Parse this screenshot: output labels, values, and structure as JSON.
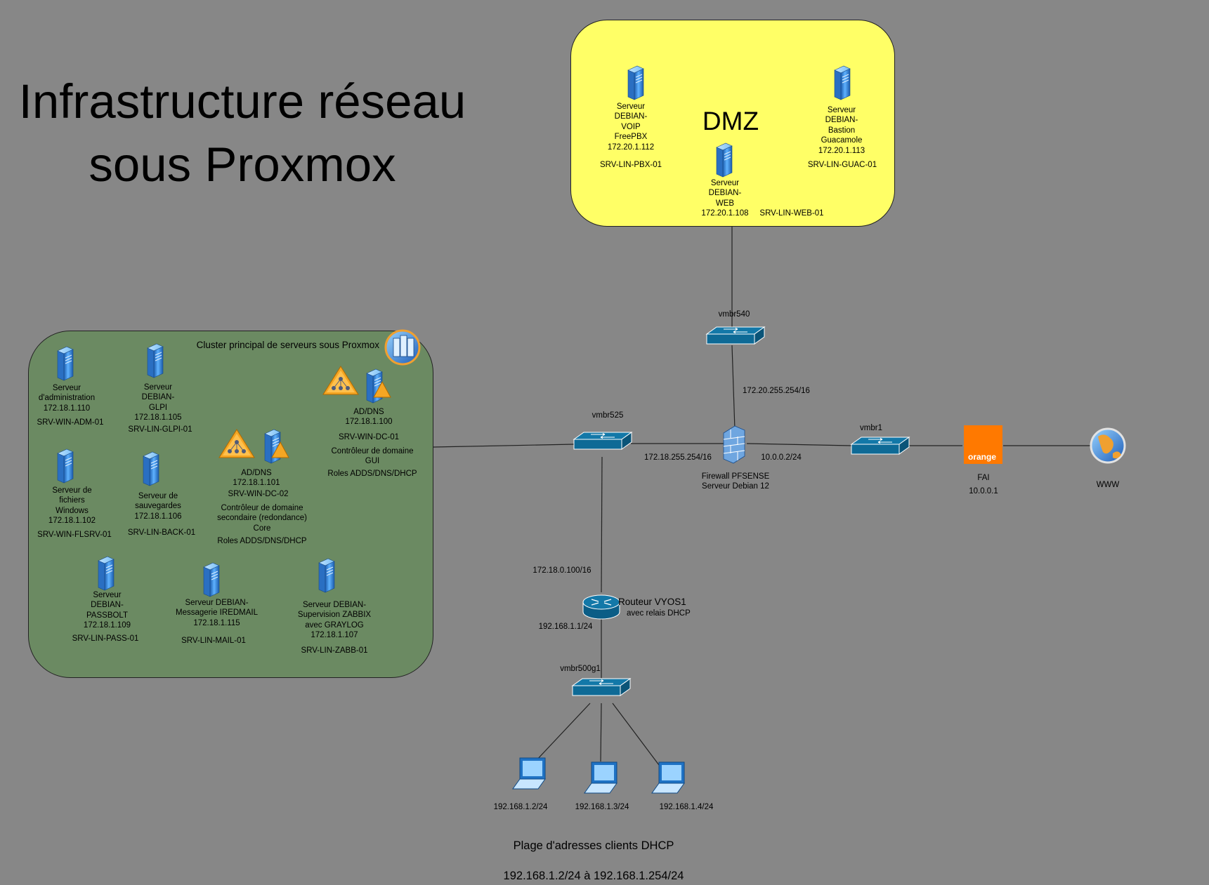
{
  "title": "Infrastructure réseau\nsous Proxmox",
  "dmz": {
    "title": "DMZ",
    "servers": [
      {
        "label": "Serveur\nDEBIAN-\nVOIP\nFreePBX\n172.20.1.112",
        "hostname": "SRV-LIN-PBX-01"
      },
      {
        "label": "Serveur\nDEBIAN-\nBastion\nGuacamole\n172.20.1.113",
        "hostname": "SRV-LIN-GUAC-01"
      },
      {
        "label": "Serveur\nDEBIAN-\nWEB\n172.20.1.108",
        "hostname": "SRV-LIN-WEB-01"
      }
    ]
  },
  "cluster": {
    "title": "Cluster principal de serveurs sous Proxmox",
    "servers": [
      {
        "label": "Serveur\nd'administration\n172.18.1.110",
        "hostname": "SRV-WIN-ADM-01"
      },
      {
        "label": "Serveur\nDEBIAN-\nGLPI\n172.18.1.105",
        "hostname": "SRV-LIN-GLPI-01"
      },
      {
        "label": "AD/DNS\n172.18.1.100",
        "hostname": "SRV-WIN-DC-01",
        "role": "Contrôleur de domaine\nGUI",
        "services": "Roles ADDS/DNS/DHCP"
      },
      {
        "label": "AD/DNS\n172.18.1.101",
        "hostname": "SRV-WIN-DC-02",
        "role": "Contrôleur de domaine\nsecondaire (redondance)\nCore",
        "services": "Roles ADDS/DNS/DHCP"
      },
      {
        "label": "Serveur de\nfichiers\nWindows\n172.18.1.102",
        "hostname": "SRV-WIN-FLSRV-01"
      },
      {
        "label": "Serveur de\nsauvegardes\n172.18.1.106",
        "hostname": "SRV-LIN-BACK-01"
      },
      {
        "label": "Serveur\nDEBIAN-\nPASSBOLT\n172.18.1.109",
        "hostname": "SRV-LIN-PASS-01"
      },
      {
        "label": "Serveur DEBIAN-\nMessagerie IREDMAIL\n172.18.1.115",
        "hostname": "SRV-LIN-MAIL-01"
      },
      {
        "label": "Serveur DEBIAN-\nSupervision ZABBIX\navec GRAYLOG\n172.18.1.107",
        "hostname": "SRV-LIN-ZABB-01"
      }
    ]
  },
  "network": {
    "switches": [
      "vmbr540",
      "vmbr525",
      "vmbr1",
      "vmbr500g1"
    ],
    "firewall": {
      "label": "Firewall PFSENSE\nServeur Debian 12"
    },
    "router": {
      "name": "Routeur VYOS1",
      "note": "avec relais DHCP"
    },
    "isp": {
      "logo_text": "orange",
      "name": "FAI",
      "ip": "10.0.0.1"
    },
    "internet": "WWW",
    "links": {
      "dmz_gw": "172.20.255.254/16",
      "lan_gw": "172.18.255.254/16",
      "wan": "10.0.0.2/24",
      "router_up": "172.18.0.100/16",
      "router_down": "192.168.1.1/24"
    },
    "clients": [
      "192.168.1.2/24",
      "192.168.1.3/24",
      "192.168.1.4/24"
    ],
    "dhcp_title": "Plage d'adresses clients DHCP",
    "dhcp_range": "192.168.1.2/24 à 192.168.1.254/24"
  },
  "colors": {
    "background": "#878787",
    "dmz": "#ffff66",
    "cluster": "#6b8a62",
    "switch": "#0e6a96",
    "isp": "#ff7900"
  }
}
